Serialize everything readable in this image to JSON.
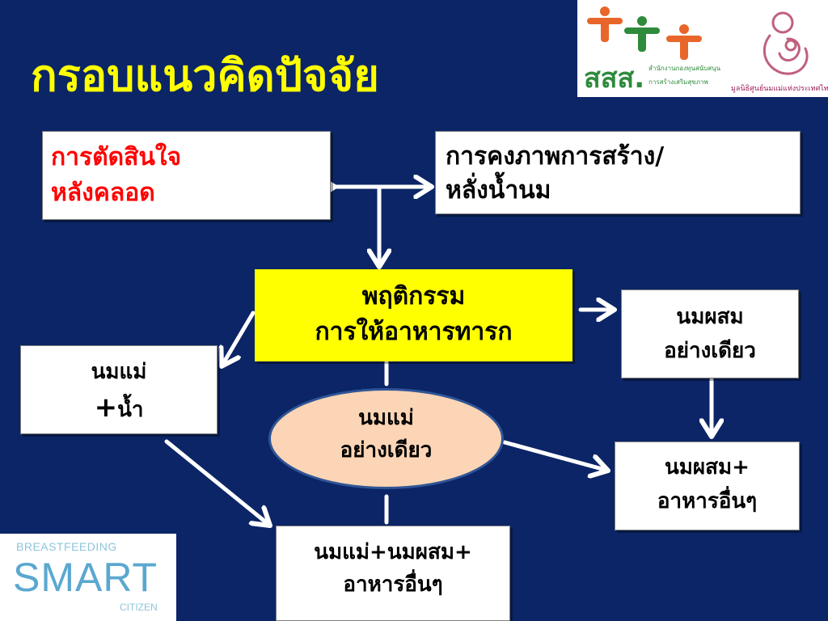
{
  "title": "กรอบแนวคิดปัจจัย",
  "boxes": {
    "decision": [
      "การตัดสินใจ",
      "หลังคลอด"
    ],
    "lactation": [
      "การคงภาพการสร้าง/",
      "หลั่งน้ำนม"
    ],
    "behavior": [
      "พฤติกรรม",
      "การให้อาหารทารก"
    ],
    "formula_only": [
      "นมผสม",
      "อย่างเดียว"
    ],
    "bm_water": [
      "นมแม่",
      "+",
      "น้ำ"
    ],
    "bm_only": [
      "นมแม่",
      "อย่างเดียว"
    ],
    "formula_food": [
      "นมผสม+",
      "อาหารอื่นๆ"
    ],
    "mixed": [
      "นมแม่+นมผสม+",
      "อาหารอื่นๆ"
    ]
  },
  "logos": {
    "sss": {
      "text": "สสส.",
      "sub1": "สำนักงานกองทุนสนับสนุน",
      "sub2": "การสร้างเสริมสุขภาพ",
      "figure_colors": [
        "#e8662a",
        "#2e8b3c",
        "#e8662a"
      ]
    },
    "foundation": {
      "text": "มูลนิธิศูนย์นมแม่แห่งประเทศไทย",
      "color": "#9b1d5a"
    },
    "smart": {
      "top": "BREASTFEEDING",
      "main": "SMART",
      "bottom": "CITIZEN"
    }
  },
  "colors": {
    "background": "#0b2566",
    "title": "#ffff00",
    "decision_text": "#ff0000",
    "behavior_fill": "#ffff00",
    "ellipse_fill": "#fbd5b5",
    "ellipse_border": "#2f5597",
    "arrow": "#ffffff"
  }
}
